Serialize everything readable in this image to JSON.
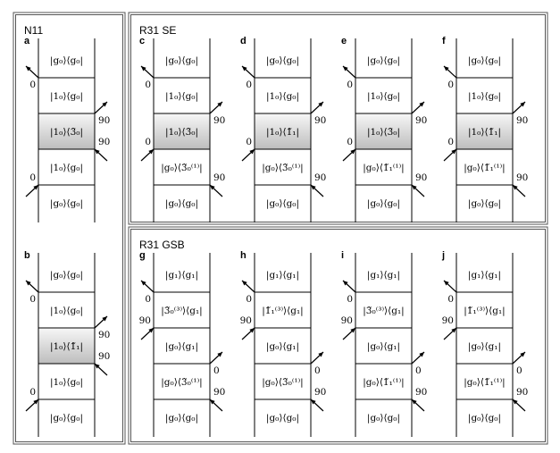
{
  "sections": [
    {
      "id": "n11",
      "title": "N11"
    },
    {
      "id": "se",
      "title": "R31 SE"
    },
    {
      "id": "gsb",
      "title": "R31 GSB"
    }
  ],
  "diagrams": [
    {
      "label": "a",
      "rows": [
        "|g₀⟩⟨g₀|",
        "|1₀⟩⟨g₀|",
        "|1₀⟩⟨3̃₀|",
        "|1₀⟩⟨g₀|",
        "|g₀⟩⟨g₀|"
      ],
      "shaded_row": 2,
      "arrows": [
        {
          "boundary": 1,
          "side": "left",
          "dir": "out",
          "label": "0"
        },
        {
          "boundary": 2,
          "side": "right",
          "dir": "out",
          "label": "90"
        },
        {
          "boundary": 3,
          "side": "right",
          "dir": "in",
          "label": "90"
        },
        {
          "boundary": 4,
          "side": "left",
          "dir": "in",
          "label": "0"
        }
      ]
    },
    {
      "label": "b",
      "rows": [
        "|g₀⟩⟨g₀|",
        "|1₀⟩⟨g₀|",
        "|1₀⟩⟨1̃₁|",
        "|1₀⟩⟨g₀|",
        "|g₀⟩⟨g₀|"
      ],
      "shaded_row": 2,
      "arrows": [
        {
          "boundary": 1,
          "side": "left",
          "dir": "out",
          "label": "0"
        },
        {
          "boundary": 2,
          "side": "right",
          "dir": "out",
          "label": "90"
        },
        {
          "boundary": 3,
          "side": "right",
          "dir": "in",
          "label": "90"
        },
        {
          "boundary": 4,
          "side": "left",
          "dir": "in",
          "label": "0"
        }
      ]
    },
    {
      "label": "c",
      "rows": [
        "|g₀⟩⟨g₀|",
        "|1₀⟩⟨g₀|",
        "|1₀⟩⟨3̃₀|",
        "|g₀⟩⟨3̃₀⁽¹⁾|",
        "|g₀⟩⟨g₀|"
      ],
      "shaded_row": 2,
      "arrows": [
        {
          "boundary": 1,
          "side": "left",
          "dir": "out",
          "label": "0"
        },
        {
          "boundary": 2,
          "side": "right",
          "dir": "out",
          "label": "90"
        },
        {
          "boundary": 3,
          "side": "left",
          "dir": "in",
          "label": "0"
        },
        {
          "boundary": 4,
          "side": "right",
          "dir": "in",
          "label": "90"
        }
      ]
    },
    {
      "label": "d",
      "rows": [
        "|g₀⟩⟨g₀|",
        "|1₀⟩⟨g₀|",
        "|1₀⟩⟨1̃₁|",
        "|g₀⟩⟨3̃₀⁽¹⁾|",
        "|g₀⟩⟨g₀|"
      ],
      "shaded_row": 2,
      "arrows": [
        {
          "boundary": 1,
          "side": "left",
          "dir": "out",
          "label": "0"
        },
        {
          "boundary": 2,
          "side": "right",
          "dir": "out",
          "label": "90"
        },
        {
          "boundary": 3,
          "side": "left",
          "dir": "in",
          "label": "0"
        },
        {
          "boundary": 4,
          "side": "right",
          "dir": "in",
          "label": "90"
        }
      ]
    },
    {
      "label": "e",
      "rows": [
        "|g₀⟩⟨g₀|",
        "|1₀⟩⟨g₀|",
        "|1₀⟩⟨3̃₀|",
        "|g₀⟩⟨1̃₁⁽¹⁾|",
        "|g₀⟩⟨g₀|"
      ],
      "shaded_row": 2,
      "arrows": [
        {
          "boundary": 1,
          "side": "left",
          "dir": "out",
          "label": "0"
        },
        {
          "boundary": 2,
          "side": "right",
          "dir": "out",
          "label": "90"
        },
        {
          "boundary": 3,
          "side": "left",
          "dir": "in",
          "label": "0"
        },
        {
          "boundary": 4,
          "side": "right",
          "dir": "in",
          "label": "90"
        }
      ]
    },
    {
      "label": "f",
      "rows": [
        "|g₀⟩⟨g₀|",
        "|1₀⟩⟨g₀|",
        "|1₀⟩⟨1̃₁|",
        "|g₀⟩⟨1̃₁⁽¹⁾|",
        "|g₀⟩⟨g₀|"
      ],
      "shaded_row": 2,
      "arrows": [
        {
          "boundary": 1,
          "side": "left",
          "dir": "out",
          "label": "0"
        },
        {
          "boundary": 2,
          "side": "right",
          "dir": "out",
          "label": "90"
        },
        {
          "boundary": 3,
          "side": "left",
          "dir": "in",
          "label": "0"
        },
        {
          "boundary": 4,
          "side": "right",
          "dir": "in",
          "label": "90"
        }
      ]
    },
    {
      "label": "g",
      "rows": [
        "|g₁⟩⟨g₁|",
        "|3̃₀⁽³⁾⟩⟨g₁|",
        "|g₀⟩⟨g₁|",
        "|g₀⟩⟨3̃₀⁽¹⁾|",
        "|g₀⟩⟨g₀|"
      ],
      "shaded_row": -1,
      "arrows": [
        {
          "boundary": 1,
          "side": "left",
          "dir": "out",
          "label": "0"
        },
        {
          "boundary": 2,
          "side": "left",
          "dir": "in",
          "label": "90"
        },
        {
          "boundary": 3,
          "side": "right",
          "dir": "out",
          "label": "0"
        },
        {
          "boundary": 4,
          "side": "right",
          "dir": "in",
          "label": "90"
        }
      ]
    },
    {
      "label": "h",
      "rows": [
        "|g₁⟩⟨g₁|",
        "|1̃₁⁽³⁾⟩⟨g₁|",
        "|g₀⟩⟨g₁|",
        "|g₀⟩⟨3̃₀⁽¹⁾|",
        "|g₀⟩⟨g₀|"
      ],
      "shaded_row": -1,
      "arrows": [
        {
          "boundary": 1,
          "side": "left",
          "dir": "out",
          "label": "0"
        },
        {
          "boundary": 2,
          "side": "left",
          "dir": "in",
          "label": "90"
        },
        {
          "boundary": 3,
          "side": "right",
          "dir": "out",
          "label": "0"
        },
        {
          "boundary": 4,
          "side": "right",
          "dir": "in",
          "label": "90"
        }
      ]
    },
    {
      "label": "i",
      "rows": [
        "|g₁⟩⟨g₁|",
        "|3̃₀⁽³⁾⟩⟨g₁|",
        "|g₀⟩⟨g₁|",
        "|g₀⟩⟨1̃₁⁽¹⁾|",
        "|g₀⟩⟨g₀|"
      ],
      "shaded_row": -1,
      "arrows": [
        {
          "boundary": 1,
          "side": "left",
          "dir": "out",
          "label": "0"
        },
        {
          "boundary": 2,
          "side": "left",
          "dir": "in",
          "label": "90"
        },
        {
          "boundary": 3,
          "side": "right",
          "dir": "out",
          "label": "0"
        },
        {
          "boundary": 4,
          "side": "right",
          "dir": "in",
          "label": "90"
        }
      ]
    },
    {
      "label": "j",
      "rows": [
        "|g₁⟩⟨g₁|",
        "|1̃₁⁽³⁾⟩⟨g₁|",
        "|g₀⟩⟨g₁|",
        "|g₀⟩⟨1̃₁⁽¹⁾|",
        "|g₀⟩⟨g₀|"
      ],
      "shaded_row": -1,
      "arrows": [
        {
          "boundary": 1,
          "side": "left",
          "dir": "out",
          "label": "0"
        },
        {
          "boundary": 2,
          "side": "left",
          "dir": "in",
          "label": "90"
        },
        {
          "boundary": 3,
          "side": "right",
          "dir": "out",
          "label": "0"
        },
        {
          "boundary": 4,
          "side": "right",
          "dir": "in",
          "label": "90"
        }
      ]
    }
  ]
}
